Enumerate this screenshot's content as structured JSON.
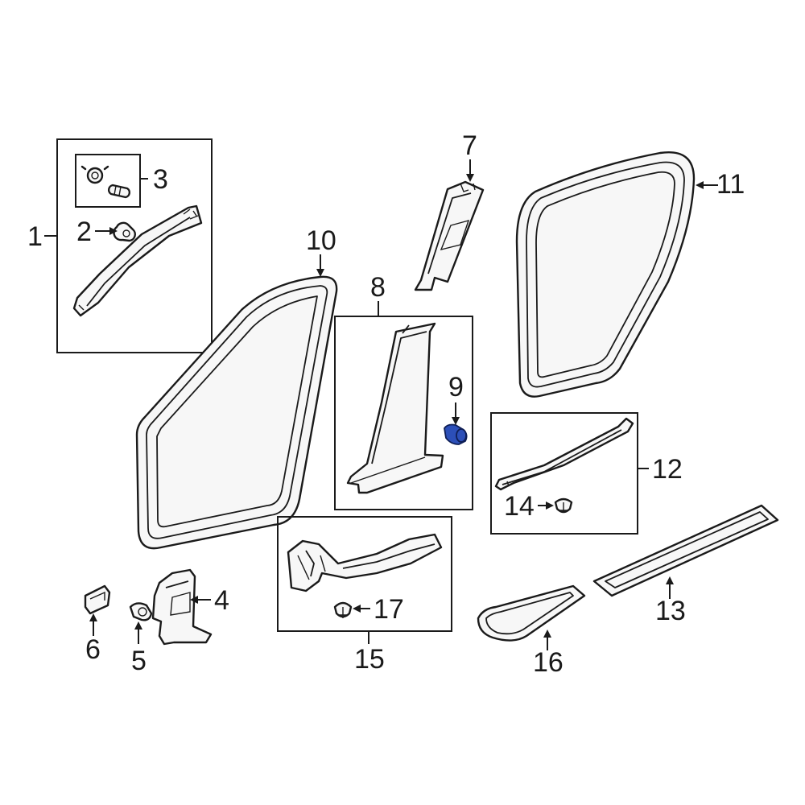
{
  "diagram": {
    "type": "exploded-parts-diagram",
    "highlight_color": "#2c4fb8",
    "line_color": "#1a1a1a",
    "callouts": [
      {
        "id": "1",
        "label": "1"
      },
      {
        "id": "2",
        "label": "2"
      },
      {
        "id": "3",
        "label": "3"
      },
      {
        "id": "4",
        "label": "4"
      },
      {
        "id": "5",
        "label": "5"
      },
      {
        "id": "6",
        "label": "6"
      },
      {
        "id": "7",
        "label": "7"
      },
      {
        "id": "8",
        "label": "8"
      },
      {
        "id": "9",
        "label": "9",
        "highlighted": true
      },
      {
        "id": "10",
        "label": "10"
      },
      {
        "id": "11",
        "label": "11"
      },
      {
        "id": "12",
        "label": "12"
      },
      {
        "id": "13",
        "label": "13"
      },
      {
        "id": "14",
        "label": "14"
      },
      {
        "id": "15",
        "label": "15"
      },
      {
        "id": "16",
        "label": "16"
      },
      {
        "id": "17",
        "label": "17"
      }
    ]
  }
}
